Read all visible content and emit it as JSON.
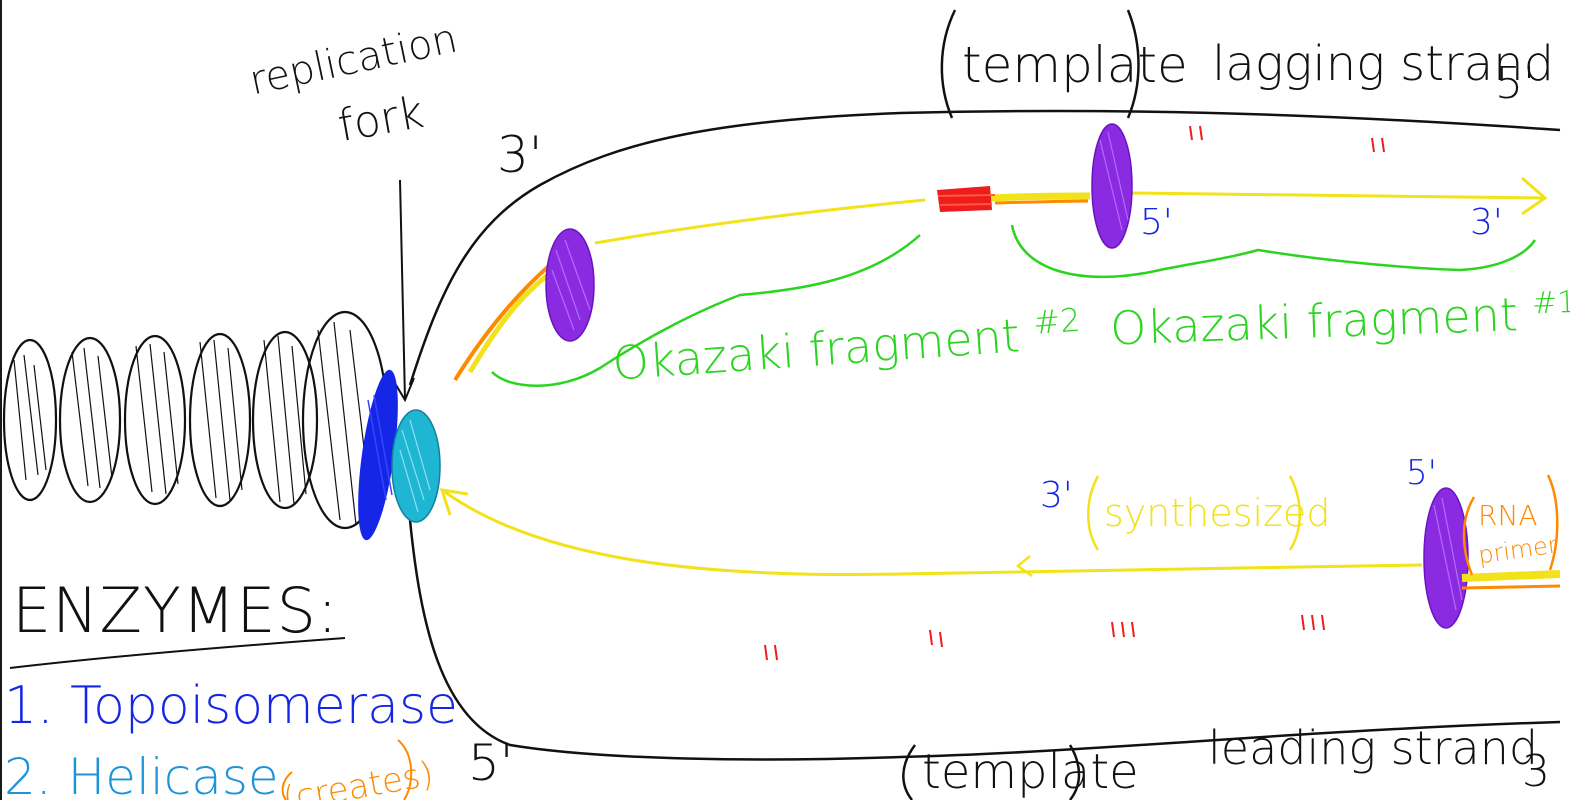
{
  "labels": {
    "replication": "replication",
    "fork": "fork",
    "template": "template",
    "lagging_strand": "lagging strand",
    "leading_strand": "leading strand",
    "synthesized": "synthesized",
    "okazaki_2": "Okazaki fragment",
    "okazaki_1": "Okazaki fragment",
    "okazaki_2_num": "#2",
    "okazaki_1_num": "#1",
    "rna": "RNA",
    "primer": "primer",
    "enzymes": "ENZYMES:",
    "enzyme_1": "1. Topoisomerase",
    "enzyme_2": "2. Helicase",
    "enzyme_2_note": "(creates)"
  },
  "ends": {
    "top_left_3": "3'",
    "top_right_5": "5'",
    "frag1_5": "5'",
    "frag1_3": "3'",
    "mid_3": "3'",
    "mid_5": "5'",
    "bottom_left_5": "5'",
    "bottom_right_3": "3"
  },
  "colors": {
    "strand": "#111111",
    "okazaki": "#2ad41f",
    "new_dna": "#f2e21a",
    "primer": "#ff8a00",
    "primer_red": "#ee1c1c",
    "polymerase": "#8a2be2",
    "topoisomerase": "#1626e6",
    "helicase": "#1eb6d2",
    "end_labels": "#1626e6",
    "base_pair_ticks": "#ee1c1c"
  }
}
